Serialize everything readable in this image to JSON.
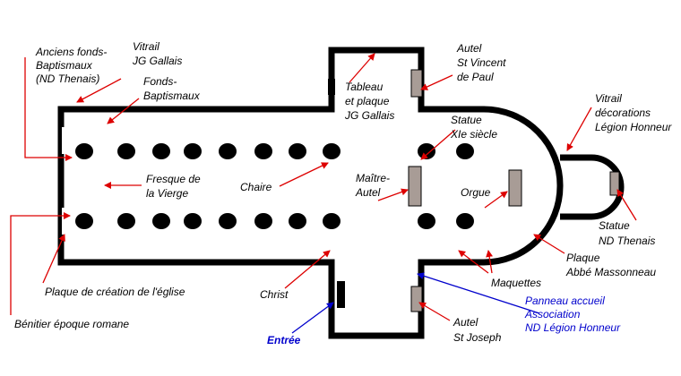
{
  "labels": {
    "anciens": [
      "Anciens fonds-",
      "Baptismaux",
      "(ND Thenais)"
    ],
    "vitrail_gallais": [
      "Vitrail",
      "JG Gallais"
    ],
    "fonds": [
      "Fonds-",
      "Baptismaux"
    ],
    "tableau": [
      "Tableau",
      "et plaque",
      "JG Gallais"
    ],
    "autel_vincent": [
      "Autel",
      "St Vincent",
      "de Paul"
    ],
    "statue_xie": [
      "Statue",
      "XIe siècle"
    ],
    "vitrail_legion": [
      "Vitrail",
      "décorations",
      "Légion Honneur"
    ],
    "fresque": [
      "Fresque de",
      "la Vierge"
    ],
    "chaire": "Chaire",
    "maitre_autel": [
      "Maître-",
      "Autel"
    ],
    "orgue": "Orgue",
    "statue_thenais": [
      "Statue",
      "ND Thenais"
    ],
    "plaque_massonneau": [
      "Plaque",
      "Abbé Massonneau"
    ],
    "maquettes": "Maquettes",
    "plaque_creation": "Plaque de création de l'église",
    "christ": "Christ",
    "panneau": [
      "Panneau accueil",
      "Association",
      "ND Légion Honneur"
    ],
    "benitier": "Bénitier époque romane",
    "entree": "Entrée",
    "autel_joseph": [
      "Autel",
      "St Joseph"
    ]
  },
  "colors": {
    "wall": "#000000",
    "arrow_red": "#dd0000",
    "arrow_blue": "#0000cc",
    "altar_fill": "#a89c96"
  }
}
